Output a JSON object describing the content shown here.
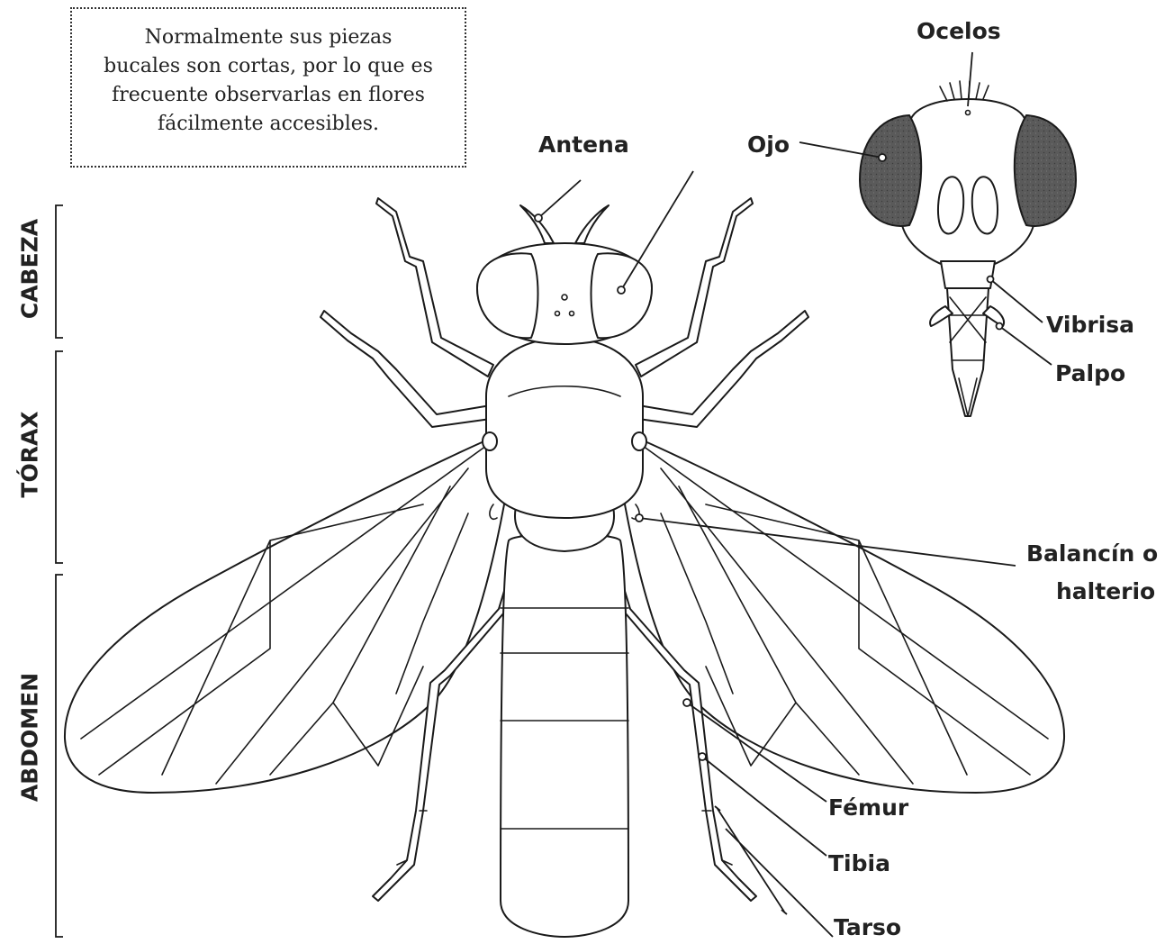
{
  "note_lines": [
    "Normalmente sus piezas",
    "bucales son cortas, por lo que es",
    "frecuente observarlas en flores",
    "fácilmente accesibles."
  ],
  "sections": {
    "head": "CABEZA",
    "thorax": "TÓRAX",
    "abdomen": "ABDOMEN"
  },
  "labels": {
    "antenna": "Antena",
    "eye": "Ojo",
    "ocelli": "Ocelos",
    "vibrissa": "Vibrisa",
    "palp": "Palpo",
    "haltere_line1": "Balancín o",
    "haltere_line2": "halterio",
    "femur": "Fémur",
    "tibia": "Tibia",
    "tarsus": "Tarso"
  },
  "colors": {
    "ink": "#1a1a1a",
    "eye_fill": "#555555"
  }
}
